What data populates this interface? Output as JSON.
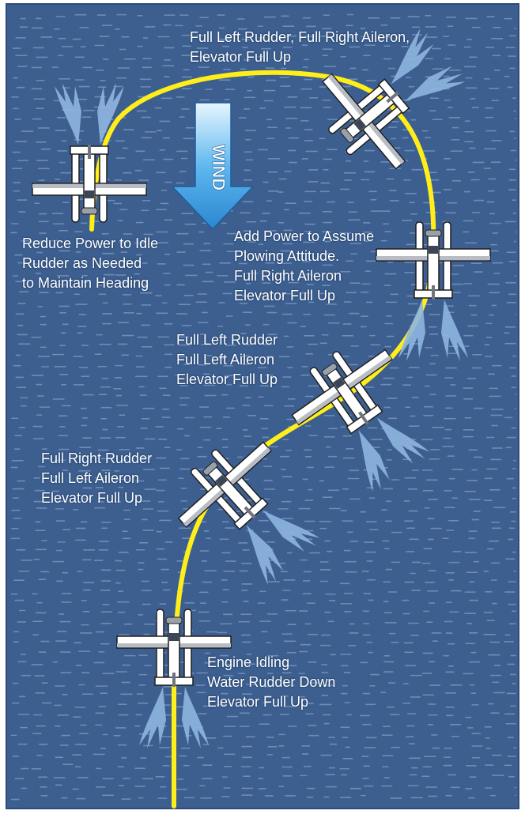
{
  "wind_label": "WIND",
  "colors": {
    "water": "#3d5f8f",
    "water_border": "#2e4c78",
    "path": "#ffee1a",
    "wake": "#8fb6e0",
    "arrow": "#4aa8e8",
    "plane_body": "#ffffff",
    "plane_outline": "#1f1f1f"
  },
  "labels": {
    "step1": [
      "Engine Idling",
      "Water Rudder Down",
      "Elevator Full Up"
    ],
    "step2": [
      "Full Right Rudder",
      "Full Left Aileron",
      "Elevator Full Up"
    ],
    "step3": [
      "Full Left Rudder",
      "Full Left Aileron",
      "Elevator Full Up"
    ],
    "step4": [
      "Add Power to Assume",
      "Plowing Attitude.",
      "Full Right Aileron",
      "Elevator Full Up"
    ],
    "step5": [
      "Full Left Rudder, Full Right Aileron,",
      "Elevator Full Up"
    ],
    "step6": [
      "Reduce Power to Idle",
      "Rudder as Needed",
      "to Maintain Heading"
    ]
  }
}
